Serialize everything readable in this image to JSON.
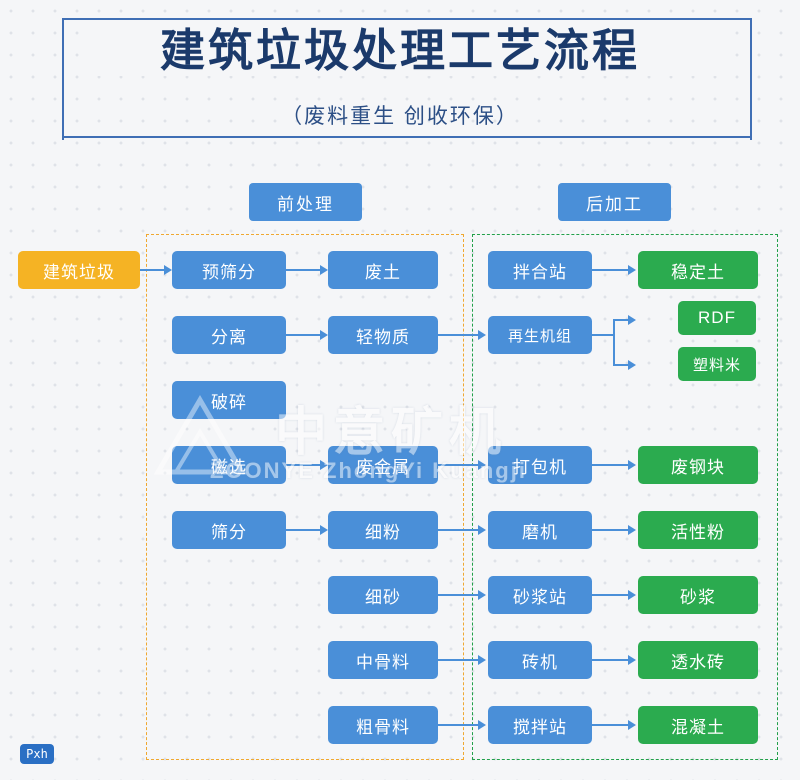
{
  "header": {
    "title": "建筑垃圾处理工艺流程",
    "subtitle": "（废料重生  创收环保）"
  },
  "groups": {
    "pre": {
      "label": "前处理"
    },
    "post": {
      "label": "后加工"
    }
  },
  "source": {
    "label": "建筑垃圾"
  },
  "nodes": {
    "pre_col1": [
      {
        "label": "预筛分"
      },
      {
        "label": "分离"
      },
      {
        "label": "破碎"
      },
      {
        "label": "磁选"
      },
      {
        "label": "筛分"
      }
    ],
    "pre_col2": [
      {
        "label": "废土"
      },
      {
        "label": "轻物质"
      },
      {
        "label": "废金属"
      },
      {
        "label": "细粉"
      },
      {
        "label": "细砂"
      },
      {
        "label": "中骨料"
      },
      {
        "label": "粗骨料"
      }
    ],
    "post_col1": [
      {
        "label": "拌合站"
      },
      {
        "label": "再生机组"
      },
      {
        "label": "打包机"
      },
      {
        "label": "磨机"
      },
      {
        "label": "砂浆站"
      },
      {
        "label": "砖机"
      },
      {
        "label": "搅拌站"
      }
    ],
    "post_col2": [
      {
        "label": "稳定土"
      },
      {
        "label": "RDF"
      },
      {
        "label": "塑料米"
      },
      {
        "label": "废钢块"
      },
      {
        "label": "活性粉"
      },
      {
        "label": "砂浆"
      },
      {
        "label": "透水砖"
      },
      {
        "label": "混凝土"
      }
    ]
  },
  "watermark": {
    "cn": "中意矿机",
    "en": "ZOONYE  ZhongYi Kuangji"
  },
  "corner_logo": {
    "label": "Pxh"
  },
  "colors": {
    "blue": "#4a8fd8",
    "green": "#2bab4f",
    "yellow": "#f5b324",
    "title": "#1b3a6b",
    "dash_orange": "#f0a830",
    "dash_green": "#22a04a"
  }
}
